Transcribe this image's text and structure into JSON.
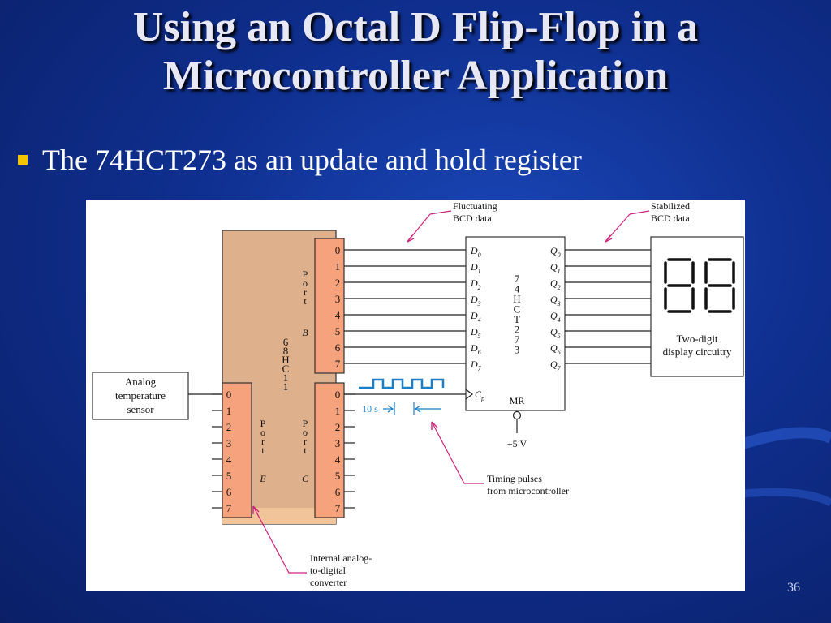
{
  "slide": {
    "title_line1": "Using an Octal D Flip-Flop in a",
    "title_line2": "Microcontroller Application",
    "bullet": "The 74HCT273 as an update and hold register",
    "page_number": "36"
  },
  "diagram": {
    "colors": {
      "mcu_fill": "#dfb08c",
      "port_fill": "#f6a27c",
      "callout": "#d0207c",
      "pulse": "#1a7fc8"
    },
    "mcu_label": [
      "6",
      "8",
      "H",
      "C",
      "1",
      "1"
    ],
    "port_b_label": [
      "P",
      "o",
      "r",
      "t"
    ],
    "port_b_letter": "B",
    "port_e_label": [
      "P",
      "o",
      "r",
      "t"
    ],
    "port_e_letter": "E",
    "port_c_label": [
      "P",
      "o",
      "r",
      "t"
    ],
    "port_c_letter": "C",
    "pins": [
      "0",
      "1",
      "2",
      "3",
      "4",
      "5",
      "6",
      "7"
    ],
    "sensor_lines": [
      "Analog",
      "temperature",
      "sensor"
    ],
    "ff_chip_label": [
      "7",
      "4",
      "H",
      "C",
      "T",
      "2",
      "7",
      "3"
    ],
    "ff_d_inputs": [
      "D0",
      "D1",
      "D2",
      "D3",
      "D4",
      "D5",
      "D6",
      "D7"
    ],
    "ff_q_outputs": [
      "Q0",
      "Q1",
      "Q2",
      "Q3",
      "Q4",
      "Q5",
      "Q6",
      "Q7"
    ],
    "ff_clock": "Cp",
    "ff_mr": "MR",
    "supply": "+5 V",
    "display_lines": [
      "Two-digit",
      "display circuitry"
    ],
    "period_label": "10 s",
    "callout_fluctuating": [
      "Fluctuating",
      "BCD data"
    ],
    "callout_stabilized": [
      "Stabilized",
      "BCD data"
    ],
    "callout_timing": [
      "Timing pulses",
      "from microcontroller"
    ],
    "callout_adc": [
      "Internal analog-",
      "to-digital",
      "converter"
    ]
  }
}
